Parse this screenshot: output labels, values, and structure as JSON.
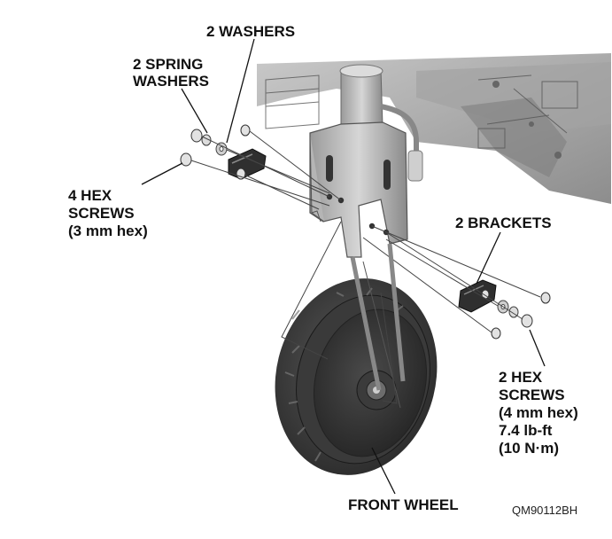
{
  "labels": {
    "washers": "2 WASHERS",
    "spring_washers": [
      "2 SPRING",
      "WASHERS"
    ],
    "hex_screws_small": [
      "4 HEX",
      "SCREWS",
      "(3 mm hex)"
    ],
    "brackets": "2 BRACKETS",
    "hex_screws_large": [
      "2 HEX",
      "SCREWS",
      "(4 mm hex)",
      "7.4 lb-ft",
      "(10 N·m)"
    ],
    "front_wheel": "FRONT WHEEL"
  },
  "figure_code": "QM90112BH"
}
